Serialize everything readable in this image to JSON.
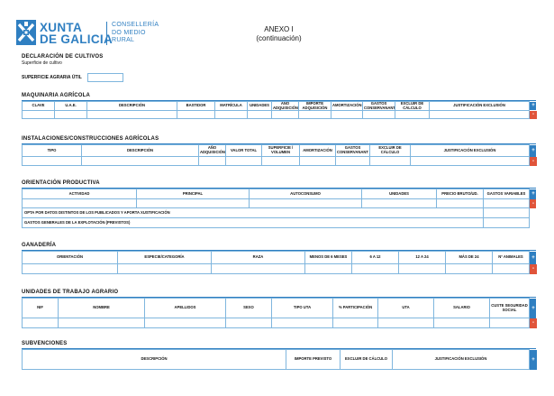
{
  "header": {
    "brand_line1": "XUNTA",
    "brand_line2": "DE GALICIA",
    "dept_line1": "CONSELLERÍA",
    "dept_line2": "DO MEDIO",
    "dept_line3": "RURAL",
    "annex_title": "ANEXO I",
    "annex_subtitle": "(continuación)"
  },
  "declaracion": {
    "title": "DECLARACIÓN DE CULTIVOS",
    "subtitle": "Superficie de cultivo",
    "sau_label": "SUPERFICIE AGRARIA ÚTIL"
  },
  "maquinaria": {
    "title": "MAQUINARIA AGRÍCOLA",
    "columns": [
      "CLAVE",
      "U.A.E.",
      "DESCRIPCIÓN",
      "BASTIDOR",
      "MATRÍCULA",
      "UNIDADES",
      "AÑO ADQUISICIÓN",
      "IMPORTE ADQUISICIÓN",
      "AMORTIZACIÓN",
      "GASTOS CONSERVANANT",
      "EXCLUIR DE CÁLCULO",
      "JUSTIFICACIÓN EXCLUSIÓN"
    ]
  },
  "instalaciones": {
    "title": "INSTALACIONES/CONSTRUCCIONES AGRÍCOLAS",
    "columns": [
      "TIPO",
      "DESCRIPCIÓN",
      "AÑO ADQUISICIÓN",
      "VALOR TOTAL",
      "SUPERFICIE / VOLUMEN",
      "AMORTIZACIÓN",
      "GASTOS CONSERVANANT",
      "EXCLUIR DE CÁLCULO",
      "JUSTIFICACIÓN EXCLUSIÓN"
    ]
  },
  "orientacion": {
    "title": "ORIENTACIÓN PRODUCTIVA",
    "columns": [
      "ACTIVIDAD",
      "PRINCIPAL",
      "AUTOCONSUMO",
      "UNIDADES",
      "PRECIO BRUTO/UD.",
      "GASTOS VARIABLES"
    ],
    "row_opta": "OPTA POR DATOS DISTINTOS DE LOS PUBLICADOS Y APORTA XUSTIFICACIÓN",
    "row_gastos": "GASTOS GENERALES DE LA EXPLOTACIÓN (PREVISTOS)"
  },
  "ganaderia": {
    "title": "GANADERÍA",
    "columns": [
      "ORIENTACIÓN",
      "ESPECIE/CATEGORÍA",
      "RAZA",
      "MENOS DE 6 MESES",
      "6 A 12",
      "12 A 24",
      "MÁS DE 24",
      "Nº ANIMALES"
    ]
  },
  "trabajo": {
    "title": "UNIDADES DE TRABAJO AGRARIO",
    "columns": [
      "NIF",
      "NOMBRE",
      "APELLIDOS",
      "SEXO",
      "TIPO UTA",
      "% PARTICIPACIÓN",
      "UTA",
      "SALARIO",
      "CUSTE SEGURIDAD SOCIAL"
    ]
  },
  "subvenciones": {
    "title": "SUBVENCIONES",
    "columns": [
      "DESCRIPCIÓN",
      "IMPORTE PREVISTO",
      "EXCLUIR DE CÁLCULO",
      "JUSTIFICACIÓN EXCLUSIÓN"
    ]
  },
  "controls": {
    "plus": "+",
    "minus": "-"
  },
  "colors": {
    "brand": "#2f7fc1",
    "border": "#7fb6de",
    "add": "#2f7fc1",
    "remove": "#e0543a"
  }
}
